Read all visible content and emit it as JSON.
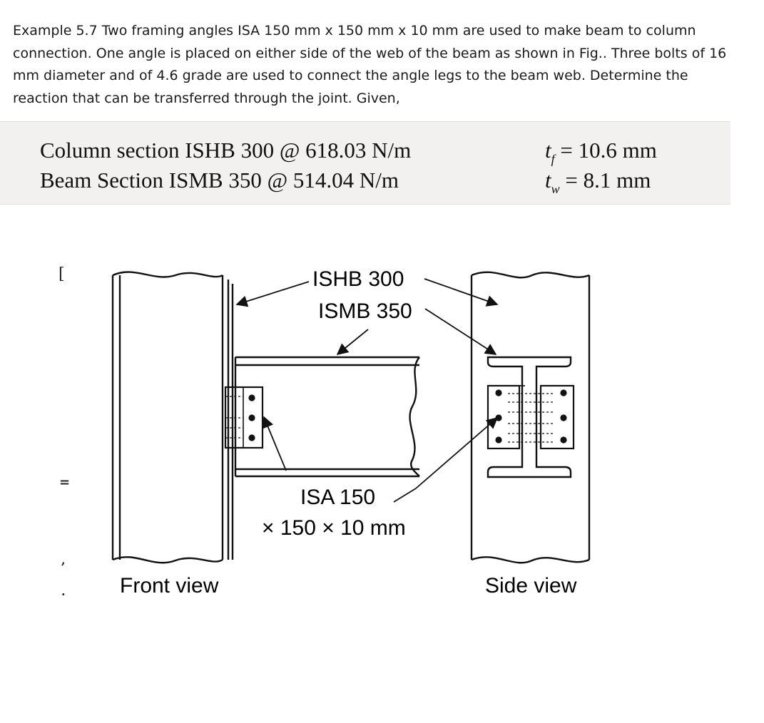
{
  "problem": {
    "lines": [
      "Example 5.7 Two framing angles ISA 150 mm x 150 mm x 10 mm are used to make beam to column",
      "connection. One angle is placed on either side of the web of the beam as shown in Fig.. Three bolts of 16",
      "mm diameter and of 4.6 grade are used to connect the angle legs to the beam web. Determine the",
      "reaction that can be transferred through the joint. Given,"
    ]
  },
  "given": {
    "column": "Column section ISHB 300 @ 618.03 N/m",
    "beam": "Beam Section ISMB 350 @ 514.04 N/m",
    "tf_symbol": "t",
    "tf_sub": "f",
    "tf_value": "= 10.6 mm",
    "tw_symbol": "t",
    "tw_sub": "w",
    "tw_value": "= 8.1 mm"
  },
  "figure": {
    "label_column": "ISHB 300",
    "label_beam": "ISMB 350",
    "label_angle_line1": "ISA 150",
    "label_angle_line2": "× 150 × 10 mm",
    "front_view": "Front view",
    "side_view": "Side view"
  },
  "colors": {
    "line": "#111111",
    "given_background": "#f3f1f0"
  }
}
